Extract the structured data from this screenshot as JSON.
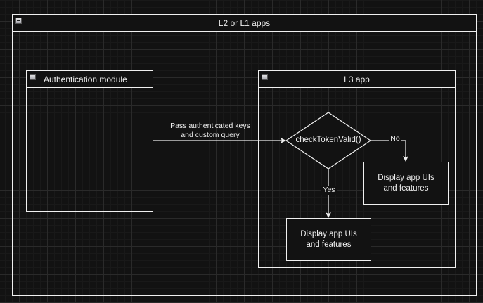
{
  "diagram": {
    "outer_container": {
      "title": "L2 or L1 apps"
    },
    "auth_module": {
      "title": "Authentication module"
    },
    "l3_app": {
      "title": "L3 app"
    },
    "decision": {
      "label": "checkTokenValid()"
    },
    "box_no": {
      "line1": "Display app UIs",
      "line2": "and features"
    },
    "box_yes": {
      "line1": "Display app UIs",
      "line2": "and features"
    },
    "edges": {
      "auth_to_decision": {
        "line1": "Pass authenticated keys",
        "line2": "and custom query"
      },
      "no_label": "No",
      "yes_label": "Yes"
    },
    "colors": {
      "background": "#121212",
      "stroke": "#f0f0f0",
      "text": "#f0f0f0",
      "grid": "#2a2a2a"
    }
  }
}
